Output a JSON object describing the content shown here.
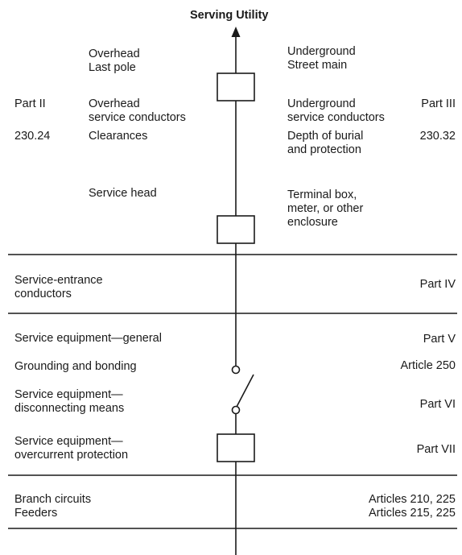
{
  "title": "Serving Utility",
  "overhead": {
    "source": [
      "Overhead",
      "Last pole"
    ],
    "conductors": [
      "Overhead",
      "service conductors"
    ],
    "clearances": "Clearances",
    "head": "Service head"
  },
  "underground": {
    "source": [
      "Underground",
      "Street main"
    ],
    "conductors": [
      "Underground",
      "service conductors"
    ],
    "depth": [
      "Depth of burial",
      "and protection"
    ],
    "terminal": [
      "Terminal box,",
      "meter, or other",
      "enclosure"
    ]
  },
  "refs": {
    "part2": "Part II",
    "sec_230_24": "230.24",
    "part3": "Part III",
    "sec_230_32": "230.32"
  },
  "rows": [
    {
      "label": [
        "Service-entrance",
        "conductors"
      ],
      "ref": [
        "Part IV"
      ]
    },
    {
      "label": [
        "Service equipment—general"
      ],
      "ref": [
        "Part V"
      ]
    },
    {
      "label": [
        "Grounding and bonding"
      ],
      "ref": [
        "Article 250"
      ]
    },
    {
      "label": [
        "Service equipment—",
        "disconnecting means"
      ],
      "ref": [
        "Part VI"
      ]
    },
    {
      "label": [
        "Service equipment—",
        "overcurrent protection"
      ],
      "ref": [
        "Part VII"
      ]
    },
    {
      "label": [
        "Branch circuits",
        "Feeders"
      ],
      "ref": [
        "Articles 210, 225",
        "Articles 215, 225"
      ]
    }
  ]
}
